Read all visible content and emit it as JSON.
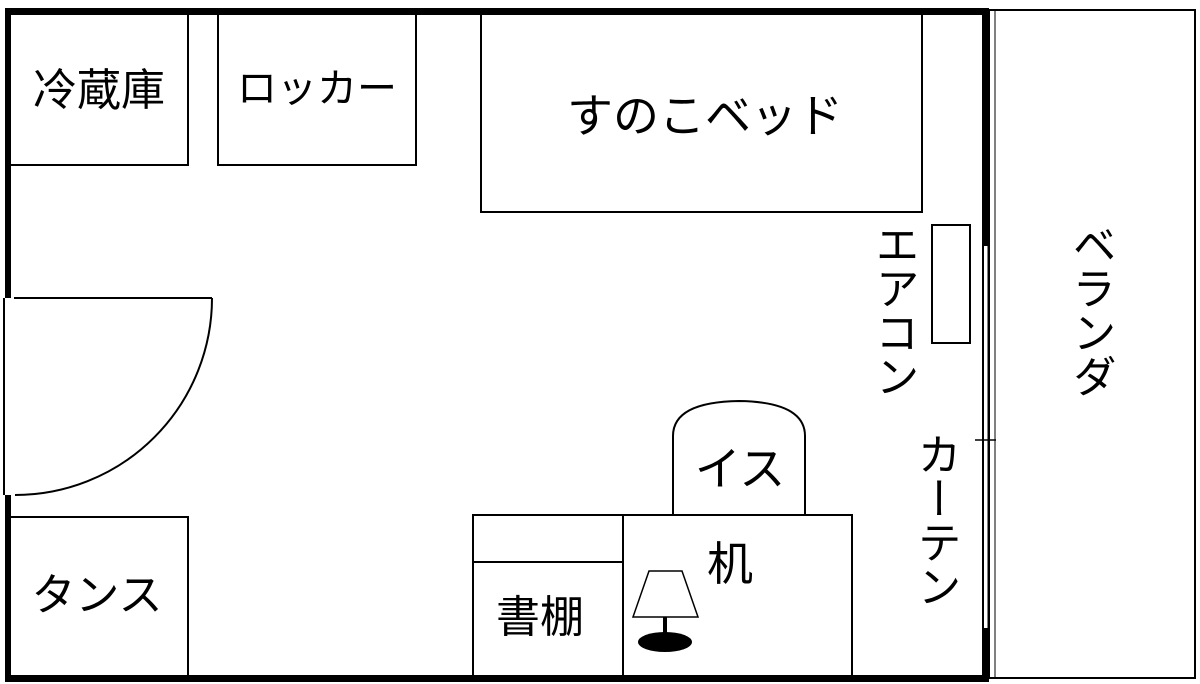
{
  "room": {
    "fridge": "冷蔵庫",
    "locker": "ロッカー",
    "bed": "すのこベッド",
    "aircon": "エアコン",
    "curtain": "カーテン",
    "veranda": "ベランダ",
    "chair": "イス",
    "desk": "机",
    "bookshelf": "書棚",
    "dresser": "タンス"
  },
  "colors": {
    "line": "#000000",
    "background": "#ffffff"
  }
}
